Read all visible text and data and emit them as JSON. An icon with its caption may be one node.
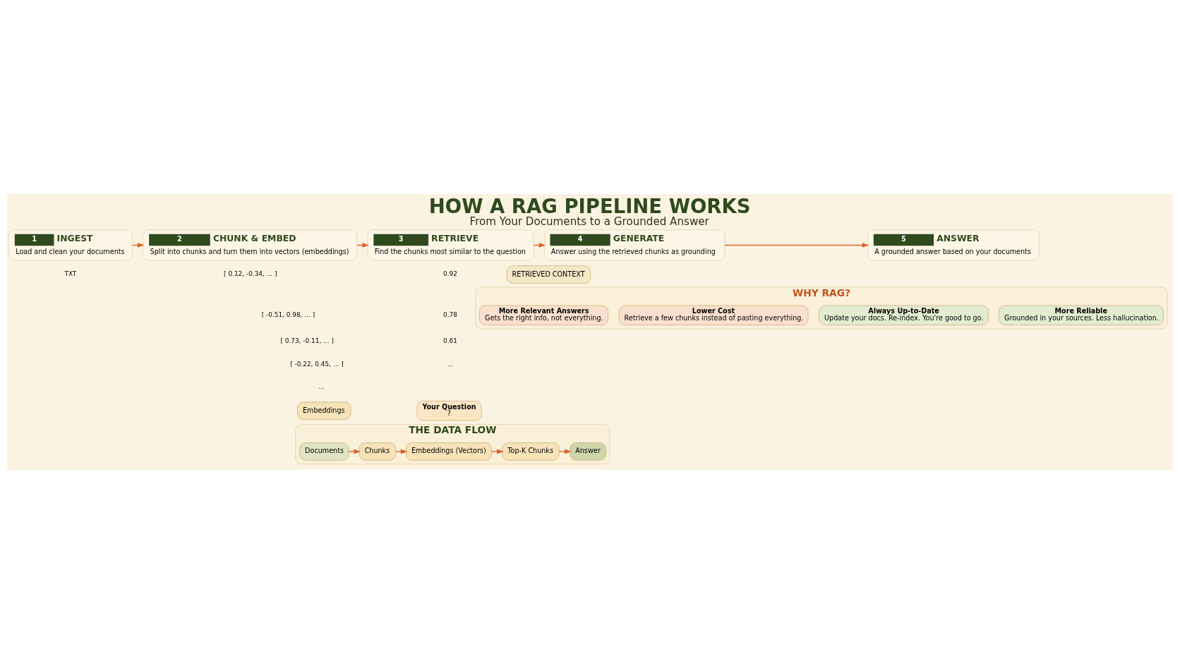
{
  "diagram": {
    "title": "HOW A RAG PIPELINE WORKS",
    "caption": "From Your Documents to a Grounded Answer",
    "nodes": [
      {
        "text": [
          "1",
          "INGEST",
          "Load and clean your documents"
        ]
      },
      {
        "text": [
          "2",
          "CHUNK & EMBED",
          "Split into chunks and turn them into vectors (embeddings)"
        ]
      },
      {
        "text": [
          "Embeddings"
        ]
      },
      {
        "text": [
          "3",
          "RETRIEVE",
          "Find the chunks most similar to the question"
        ]
      },
      {
        "text": [
          "Your Question",
          "?"
        ]
      },
      {
        "text": [
          "4",
          "GENERATE",
          "Answer using the retrieved chunks as grounding"
        ]
      },
      {
        "text": [
          "RETRIEVED CONTEXT"
        ]
      },
      {
        "text": [
          "5",
          "ANSWER",
          "A grounded answer based on your documents"
        ]
      },
      {
        "text": [
          "THE DATA FLOW"
        ]
      },
      {
        "text": [
          "Documents"
        ],
        "in": 8
      },
      {
        "text": [
          "Chunks"
        ],
        "in": 8
      },
      {
        "text": [
          "Embeddings (Vectors)"
        ],
        "in": 8
      },
      {
        "text": [
          "Top-K Chunks"
        ],
        "in": 8
      },
      {
        "text": [
          "Answer"
        ],
        "in": 8
      },
      {
        "text": [
          "WHY RAG?"
        ]
      },
      {
        "text": [
          "More Relevant Answers",
          "Gets the right info, not everything."
        ],
        "in": 14
      },
      {
        "text": [
          "Lower Cost",
          "Retrieve a few chunks instead of pasting everything."
        ],
        "in": 14
      },
      {
        "text": [
          "Always Up-to-Date",
          "Update your docs. Re-index. You're good to go."
        ],
        "in": 14
      },
      {
        "text": [
          "More Reliable",
          "Grounded in your sources. Less hallucination."
        ],
        "in": 14
      }
    ],
    "edges": [
      {
        "from": 0,
        "to": 1,
        "arrow": "to"
      },
      {
        "from": 1,
        "to": 3,
        "arrow": "to"
      },
      {
        "from": 3,
        "to": 5,
        "arrow": "to"
      },
      {
        "from": 5,
        "to": 7,
        "arrow": "to"
      },
      {
        "from": 9,
        "to": 10,
        "arrow": "to"
      },
      {
        "from": 10,
        "to": 11,
        "arrow": "to"
      },
      {
        "from": 11,
        "to": 12,
        "arrow": "to"
      },
      {
        "from": 12,
        "to": 13,
        "arrow": "to"
      }
    ],
    "labels": [
      "TXT",
      "[ 0.12, -0.34, ... ]",
      "[ -0.51, 0.98, ... ]",
      "[ 0.73, -0.11, ... ]",
      "[ -0.22, 0.45, ... ]",
      "...",
      "0.92",
      "0.78",
      "0.61",
      "..."
    ]
  }
}
